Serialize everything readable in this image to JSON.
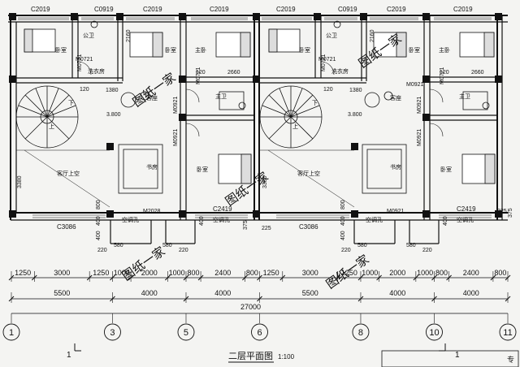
{
  "drawing": {
    "title": "二层平面图",
    "scale": "1:100",
    "section_mark": "1",
    "watermark": "图纸一家",
    "corner_text": "专"
  },
  "windows": {
    "c2019": "C2019",
    "c0919": "C0919",
    "c3086": "C3086",
    "c2419": "C2419"
  },
  "doors": {
    "m0721": "M0721",
    "m0921": "M0921",
    "m2028": "M2028"
  },
  "rooms": {
    "bedroom": "卧室",
    "public_bath": "公卫",
    "master": "主卧",
    "washing": "洗衣房",
    "private_bath": "主卫",
    "stair_down": "下",
    "stair_up": "上",
    "lounge": "客厅上空",
    "guest_seating": "客座",
    "plant_shelf": "书房",
    "ac_hole": "空调孔"
  },
  "dims": {
    "d2160": "2160",
    "d1380": "1380",
    "d120": "120",
    "d2660": "2660",
    "d3800": "3.800",
    "d3380": "3380",
    "d800": "800",
    "d400": "400",
    "d225": "225",
    "d375": "375",
    "d220": "220",
    "d580": "580",
    "row1": [
      "1250",
      "3000",
      "1250",
      "1000",
      "2000",
      "1000",
      "800",
      "2400",
      "800",
      "1250",
      "3000",
      "1250",
      "1000",
      "2000",
      "1000",
      "800",
      "2400",
      "800"
    ],
    "row2": [
      "5500",
      "4000",
      "4000",
      "5500",
      "4000",
      "4000"
    ],
    "total": "27000"
  },
  "axes": [
    "1",
    "3",
    "5",
    "6",
    "8",
    "10",
    "11"
  ],
  "colors": {
    "line": "#111111",
    "paper": "#f4f4f2",
    "watermark": "#8a8a8a"
  }
}
